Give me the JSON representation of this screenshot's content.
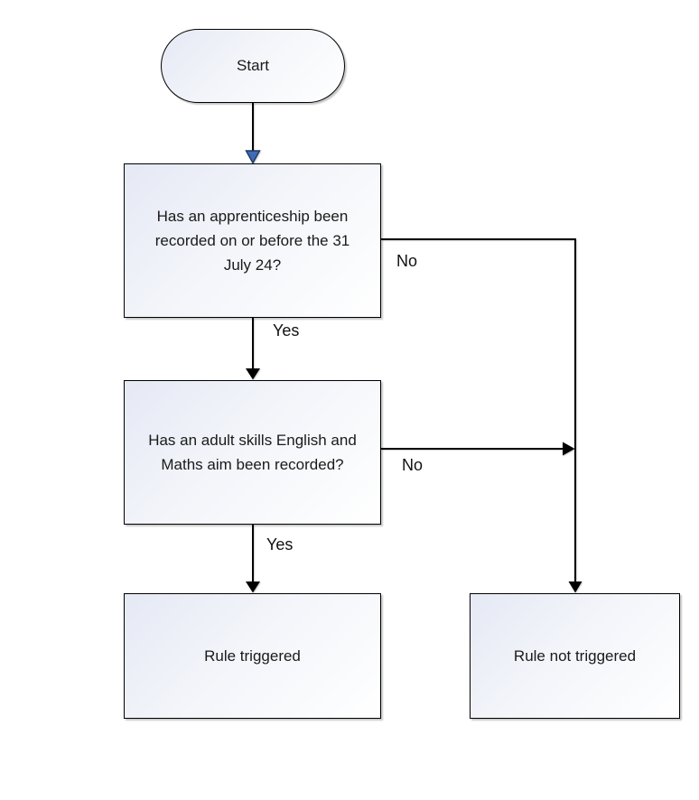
{
  "diagram": {
    "type": "flowchart",
    "nodes": {
      "start": {
        "label": "Start",
        "shape": "terminator"
      },
      "q1": {
        "label": "Has an apprenticeship been recorded on or before the 31 July 24?",
        "shape": "process"
      },
      "q2": {
        "label": "Has an adult skills English and Maths aim been recorded?",
        "shape": "process"
      },
      "rule_triggered": {
        "label": "Rule triggered",
        "shape": "process"
      },
      "rule_not_triggered": {
        "label": "Rule not triggered",
        "shape": "process"
      }
    },
    "edges": {
      "q1_yes": {
        "label": "Yes"
      },
      "q1_no": {
        "label": "No"
      },
      "q2_yes": {
        "label": "Yes"
      },
      "q2_no": {
        "label": "No"
      }
    },
    "colors": {
      "arrow_blue_fill": "#3f6bb6",
      "arrow_blue_stroke": "#1f3864",
      "line_black": "#000000",
      "node_fill_light": "#e5e9f4",
      "node_fill_white": "#ffffff",
      "border": "#000000"
    }
  }
}
